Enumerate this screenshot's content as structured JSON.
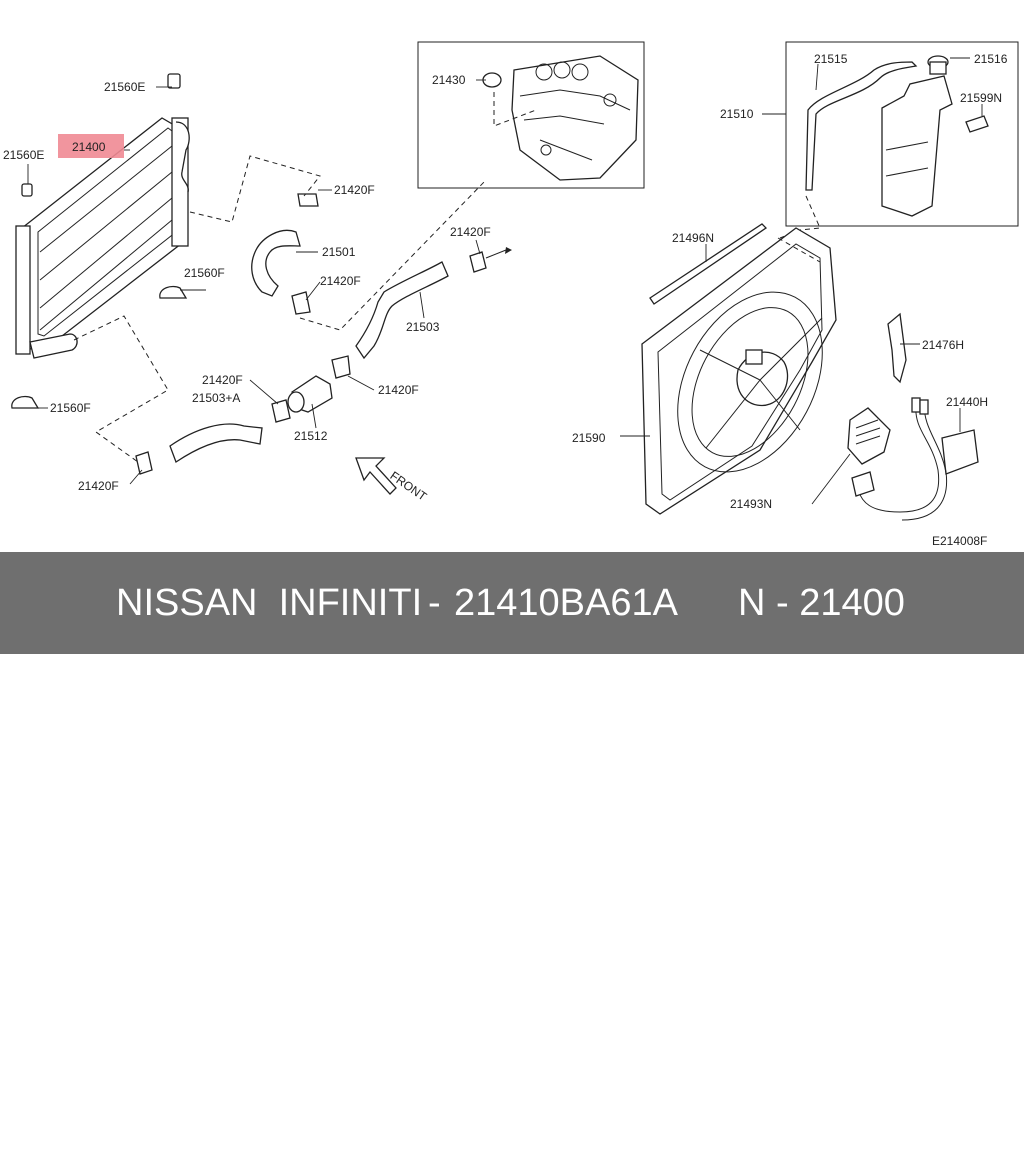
{
  "diagram": {
    "labels": {
      "p21560e_top": "21560E",
      "p21560e_left": "21560E",
      "p21400": "21400",
      "p21560f_mid": "21560F",
      "p21560f_bottom": "21560F",
      "p21420f_a": "21420F",
      "p21501": "21501",
      "p21420f_b": "21420F",
      "p21420f_c": "21420F",
      "p21503": "21503",
      "p21420f_d": "21420F",
      "p21420f_e": "21420F",
      "p21503a": "21503+A",
      "p21512": "21512",
      "p21420f_f": "21420F",
      "p21430": "21430",
      "p21515": "21515",
      "p21516": "21516",
      "p21510": "21510",
      "p21599n": "21599N",
      "p21496n": "21496N",
      "p21476h": "21476H",
      "p21590": "21590",
      "p21440h": "21440H",
      "p21493n": "21493N",
      "front": "FRONT",
      "code": "E214008F"
    },
    "highlight_color": "#f08a94"
  },
  "footer": {
    "brand": "NISSAN  INFINITI",
    "separator": "-",
    "part_number": "21410BA61A",
    "ref": "N - 21400",
    "bg_color": "#6f6f6f"
  }
}
